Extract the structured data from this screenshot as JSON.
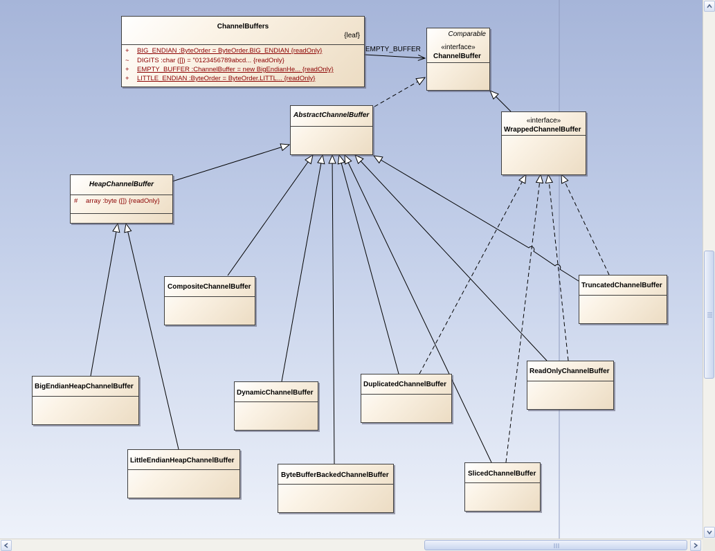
{
  "diagram": {
    "classes": {
      "channel_buffers": {
        "name": "ChannelBuffers",
        "tag": "{leaf}",
        "attributes": [
          {
            "vis": "+",
            "text": "BIG_ENDIAN  :ByteOrder = ByteOrder.BIG_ENDIAN {readOnly}"
          },
          {
            "vis": "~",
            "text": "DIGITS  :char ([]) = \"0123456789abcd... {readOnly}"
          },
          {
            "vis": "+",
            "text": "EMPTY_BUFFER  :ChannelBuffer = new BigEndianHe... {readOnly}"
          },
          {
            "vis": "+",
            "text": "LITTLE_ENDIAN  :ByteOrder = ByteOrder.LITTL... {readOnly}"
          }
        ]
      },
      "channel_buffer": {
        "comparable": "Comparable",
        "stereotype": "«interface»",
        "name": "ChannelBuffer"
      },
      "abstract_channel_buffer": {
        "name": "AbstractChannelBuffer"
      },
      "wrapped_channel_buffer": {
        "stereotype": "«interface»",
        "name": "WrappedChannelBuffer"
      },
      "heap_channel_buffer": {
        "name": "HeapChannelBuffer",
        "attributes": [
          {
            "vis": "#",
            "text": "array  :byte ([]) {readOnly}"
          }
        ]
      },
      "composite_channel_buffer": {
        "name": "CompositeChannelBuffer"
      },
      "truncated_channel_buffer": {
        "name": "TruncatedChannelBuffer"
      },
      "big_endian_heap_channel_buffer": {
        "name": "BigEndianHeapChannelBuffer"
      },
      "dynamic_channel_buffer": {
        "name": "DynamicChannelBuffer"
      },
      "duplicated_channel_buffer": {
        "name": "DuplicatedChannelBuffer"
      },
      "read_only_channel_buffer": {
        "name": "ReadOnlyChannelBuffer"
      },
      "little_endian_heap_channel_buffer": {
        "name": "LittleEndianHeapChannelBuffer"
      },
      "byte_buffer_backed_channel_buffer": {
        "name": "ByteBufferBackedChannelBuffer"
      },
      "sliced_channel_buffer": {
        "name": "SlicedChannelBuffer"
      }
    },
    "association_label": "+EMPTY_BUFFER"
  },
  "colors": {
    "background_top": "#a6b5d9",
    "background_bottom": "#eef2fa",
    "class_fill": "#ecdcc3",
    "attribute_text": "#8b0000",
    "line": "#000000"
  },
  "icons": {
    "scroll_up": "arrow-up-icon",
    "scroll_down": "arrow-down-icon",
    "scroll_left": "arrow-left-icon",
    "scroll_right": "arrow-right-icon"
  }
}
